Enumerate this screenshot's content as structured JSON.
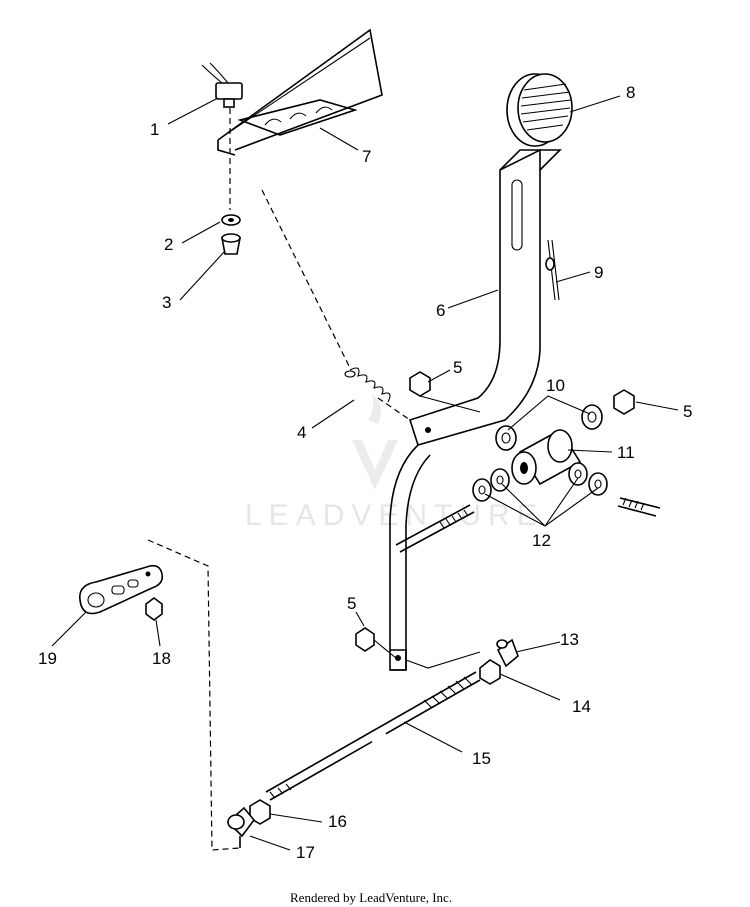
{
  "callouts": {
    "c1": "1",
    "c2": "2",
    "c3": "3",
    "c4": "4",
    "c5a": "5",
    "c5b": "5",
    "c5c": "5",
    "c6": "6",
    "c7": "7",
    "c8": "8",
    "c9": "9",
    "c10": "10",
    "c11": "11",
    "c12": "12",
    "c13": "13",
    "c14": "14",
    "c15": "15",
    "c16": "16",
    "c17": "17",
    "c18": "18",
    "c19": "19"
  },
  "watermark": "LEADVENTURE",
  "footer": "Rendered by LeadVenture, Inc."
}
